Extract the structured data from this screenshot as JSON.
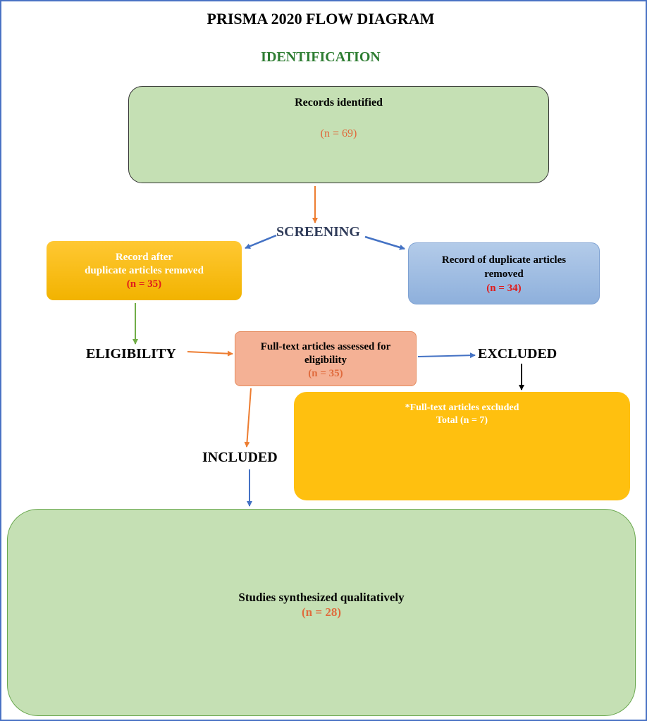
{
  "title": "PRISMA 2020 FLOW DIAGRAM",
  "stages": {
    "identification": "IDENTIFICATION",
    "screening": "SCREENING",
    "eligibility": "ELIGIBILITY",
    "excluded": "EXCLUDED",
    "included": "INCLUDED"
  },
  "boxes": {
    "records_identified": {
      "label": "Records identified",
      "count": "(n = 69)"
    },
    "after_duplicates": {
      "line1": "Record after",
      "line2": "duplicate articles removed",
      "count": "(n = 35)"
    },
    "duplicates_removed": {
      "line1": "Record of duplicate articles",
      "line2": "removed",
      "count": "(n = 34)"
    },
    "full_text_assessed": {
      "line1": "Full-text articles assessed for",
      "line2": "eligibility",
      "count": "(n = 35)"
    },
    "full_text_excluded": {
      "line1": "*Full-text articles excluded",
      "line2": "Total (n = 7)"
    },
    "synthesized": {
      "label": "Studies synthesized qualitatively",
      "count": "(n = 28)"
    }
  },
  "colors": {
    "frame": "#4a72c4",
    "green_box": "#c5e0b4",
    "yellow_box": "#ffc00f",
    "blue_box": "#9dbbe2",
    "salmon_box": "#f4b195",
    "arrow_orange": "#ed7d31",
    "arrow_blue": "#4472c4",
    "arrow_green": "#70ad47",
    "arrow_black": "#000000",
    "stage_green": "#2e7d32"
  }
}
